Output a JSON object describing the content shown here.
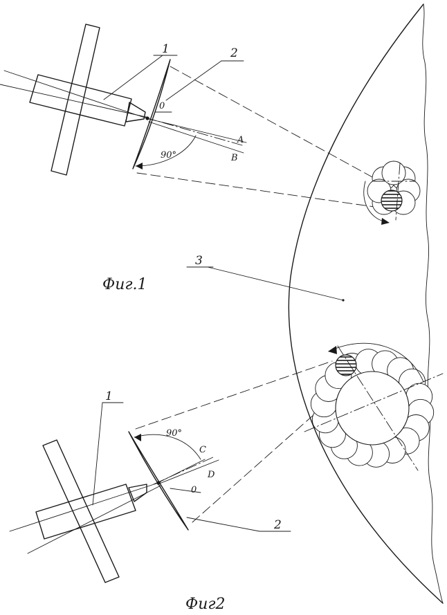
{
  "figures": {
    "fig1_caption": "Фиг.1",
    "fig2_caption": "Фиг2"
  },
  "labels": {
    "part_1_fig1": "1",
    "part_2_fig1": "2",
    "part_3": "3",
    "part_1_fig2": "1",
    "part_2_fig2": "2",
    "point_o_fig1": "0",
    "point_o_fig2": "0",
    "axis_a": "A",
    "axis_b": "B",
    "axis_c": "C",
    "axis_d": "D",
    "angle_fig1": "90°",
    "angle_fig2": "90°"
  }
}
